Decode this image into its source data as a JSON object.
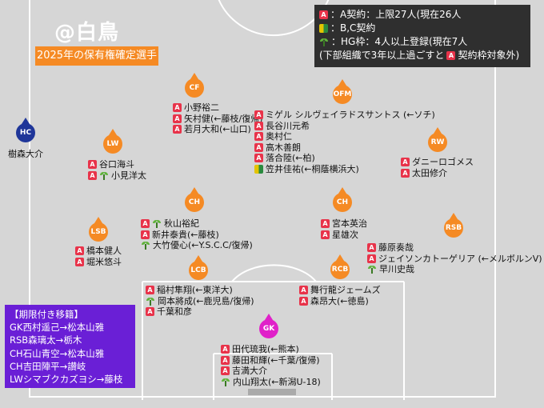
{
  "header": {
    "title": "@白鳥",
    "subtitle": "2025年の保有権確定選手"
  },
  "legend": {
    "a_contract": "：A契約：上限27人(現在26人",
    "bc_contract": "：B,C契約",
    "hg": "：HG枠：4人以上登録(現在7人",
    "note_before": "(下部組織で3年以上過ごすと",
    "note_after": "契約枠対象外)"
  },
  "colors": {
    "position_marker": "#f58a24",
    "gk_marker": "#e021c9",
    "hc_marker": "#1f3699",
    "a_badge": "#e8334a",
    "transfer_box": "#6a1fd6",
    "legend_box": "#2f2f2f"
  },
  "coach": {
    "label": "HC",
    "name": "樹森大介"
  },
  "positions": {
    "cf": {
      "label": "CF",
      "players": [
        {
          "name": "小野裕二",
          "badges": [
            "A"
          ]
        },
        {
          "name": "矢村健(←藤枝/復帰)",
          "badges": [
            "A"
          ]
        },
        {
          "name": "若月大和(←山口)",
          "badges": [
            "A"
          ]
        }
      ]
    },
    "ofm": {
      "label": "OFM",
      "players": [
        {
          "name": "ミゲル シルヴェイラドスサントス (←ソチ)",
          "badges": [
            "A"
          ]
        },
        {
          "name": "長谷川元希",
          "badges": [
            "A"
          ]
        },
        {
          "name": "奥村仁",
          "badges": [
            "A"
          ]
        },
        {
          "name": "高木善朗",
          "badges": [
            "A"
          ]
        },
        {
          "name": "落合陸(←柏)",
          "badges": [
            "A"
          ]
        },
        {
          "name": "笠井佳祐(←桐蔭横浜大)",
          "badges": [
            "BC"
          ]
        }
      ]
    },
    "lw": {
      "label": "LW",
      "players": [
        {
          "name": "谷口海斗",
          "badges": [
            "A"
          ]
        },
        {
          "name": "小見洋太",
          "badges": [
            "A",
            "HG"
          ]
        }
      ]
    },
    "rw": {
      "label": "RW",
      "players": [
        {
          "name": "ダニーロゴメス",
          "badges": [
            "A"
          ]
        },
        {
          "name": "太田修介",
          "badges": [
            "A"
          ]
        }
      ]
    },
    "ch_left": {
      "label": "CH",
      "players": [
        {
          "name": "秋山裕紀",
          "badges": [
            "A",
            "HG"
          ]
        },
        {
          "name": "新井泰貴(←藤枝)",
          "badges": [
            "A"
          ]
        },
        {
          "name": "大竹優心(←Y.S.C.C/復帰)",
          "badges": [
            "HG"
          ]
        }
      ]
    },
    "ch_right": {
      "label": "CH",
      "players": [
        {
          "name": "宮本英治",
          "badges": [
            "A"
          ]
        },
        {
          "name": "星雄次",
          "badges": [
            "A"
          ]
        }
      ]
    },
    "lsb": {
      "label": "LSB",
      "players": [
        {
          "name": "橋本健人",
          "badges": [
            "A"
          ]
        },
        {
          "name": "堀米悠斗",
          "badges": [
            "A"
          ]
        }
      ]
    },
    "rsb": {
      "label": "RSB",
      "players": [
        {
          "name": "藤原奏哉",
          "badges": [
            "A"
          ]
        },
        {
          "name": "ジェイソンカトーゲリア (←メルボルンV)",
          "badges": [
            "A"
          ]
        },
        {
          "name": "早川史哉",
          "badges": [
            "HG"
          ]
        }
      ]
    },
    "lcb": {
      "label": "LCB",
      "players": [
        {
          "name": "稲村隼翔(←東洋大)",
          "badges": [
            "A"
          ]
        },
        {
          "name": "岡本將成(←鹿児島/復帰)",
          "badges": [
            "HG"
          ]
        },
        {
          "name": "千葉和彦",
          "badges": [
            "A"
          ]
        }
      ]
    },
    "rcb": {
      "label": "RCB",
      "players": [
        {
          "name": "舞行龍ジェームズ",
          "badges": [
            "A"
          ]
        },
        {
          "name": "森昂大(←徳島)",
          "badges": [
            "A"
          ]
        }
      ]
    },
    "gk": {
      "label": "GK",
      "players": [
        {
          "name": "田代琉我(←熊本)",
          "badges": [
            "A"
          ]
        },
        {
          "name": "藤田和輝(←千葉/復帰)",
          "badges": [
            "A"
          ]
        },
        {
          "name": "吉満大介",
          "badges": [
            "A"
          ]
        },
        {
          "name": "内山翔太(←新潟U-18)",
          "badges": [
            "HG"
          ]
        }
      ]
    }
  },
  "transfers": {
    "title": "【期限付き移籍】",
    "items": [
      "GK西村遥己→松本山雅",
      "RSB森璃太→栃木",
      "CH石山青空→松本山雅",
      "CH吉田陣平→讃岐",
      "LWシマブクカズヨシ→藤枝"
    ]
  }
}
